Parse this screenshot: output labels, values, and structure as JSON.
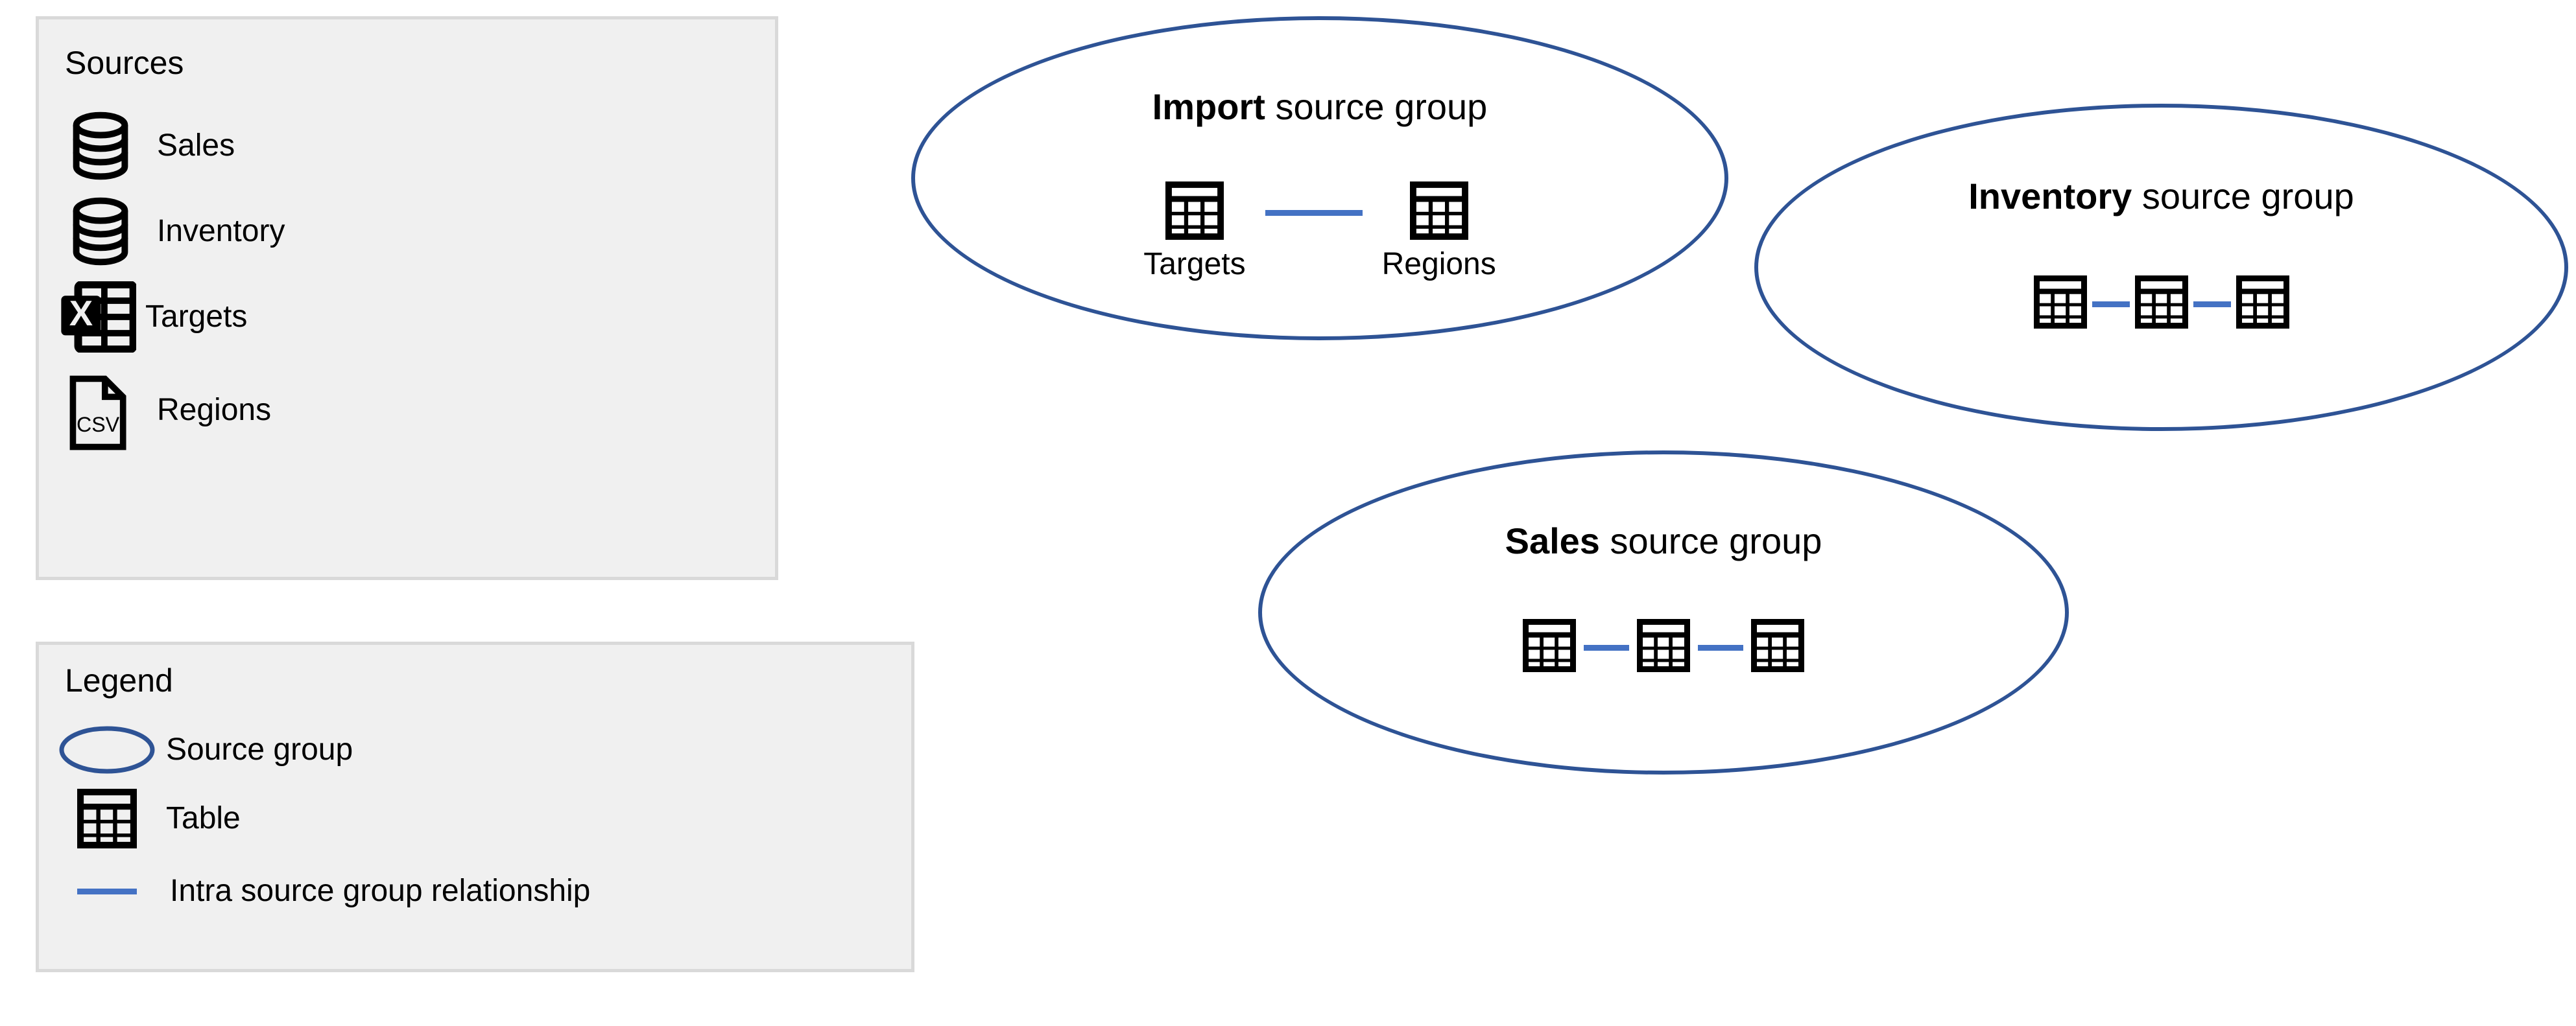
{
  "colors": {
    "panel_background": "#f0f0f0",
    "panel_border": "#d9d9d9",
    "ellipse_stroke": "#2e5395",
    "relationship_line": "#4472c4",
    "icon_black": "#000000",
    "canvas_background": "#ffffff"
  },
  "sources_panel": {
    "title": "Sources",
    "items": [
      {
        "label": "Sales",
        "icon": "database-icon"
      },
      {
        "label": "Inventory",
        "icon": "database-icon"
      },
      {
        "label": "Targets",
        "icon": "excel-file-icon"
      },
      {
        "label": "Regions",
        "icon": "csv-file-icon"
      }
    ]
  },
  "legend_panel": {
    "title": "Legend",
    "items": [
      {
        "label": "Source group",
        "icon": "ellipse-icon"
      },
      {
        "label": "Table",
        "icon": "table-icon"
      },
      {
        "label": "Intra source group relationship",
        "icon": "line-icon"
      }
    ]
  },
  "source_groups": [
    {
      "name": "Import",
      "title_bold": "Import",
      "title_rest": " source group",
      "tables": [
        {
          "label": "Targets",
          "icon": "table-icon"
        },
        {
          "label": "Regions",
          "icon": "table-icon"
        }
      ],
      "relationships": 1
    },
    {
      "name": "Inventory",
      "title_bold": "Inventory",
      "title_rest": " source group",
      "tables": [
        {
          "label": "",
          "icon": "table-icon"
        },
        {
          "label": "",
          "icon": "table-icon"
        },
        {
          "label": "",
          "icon": "table-icon"
        }
      ],
      "relationships": 2
    },
    {
      "name": "Sales",
      "title_bold": "Sales",
      "title_rest": " source group",
      "tables": [
        {
          "label": "",
          "icon": "table-icon"
        },
        {
          "label": "",
          "icon": "table-icon"
        },
        {
          "label": "",
          "icon": "table-icon"
        }
      ],
      "relationships": 2
    }
  ]
}
